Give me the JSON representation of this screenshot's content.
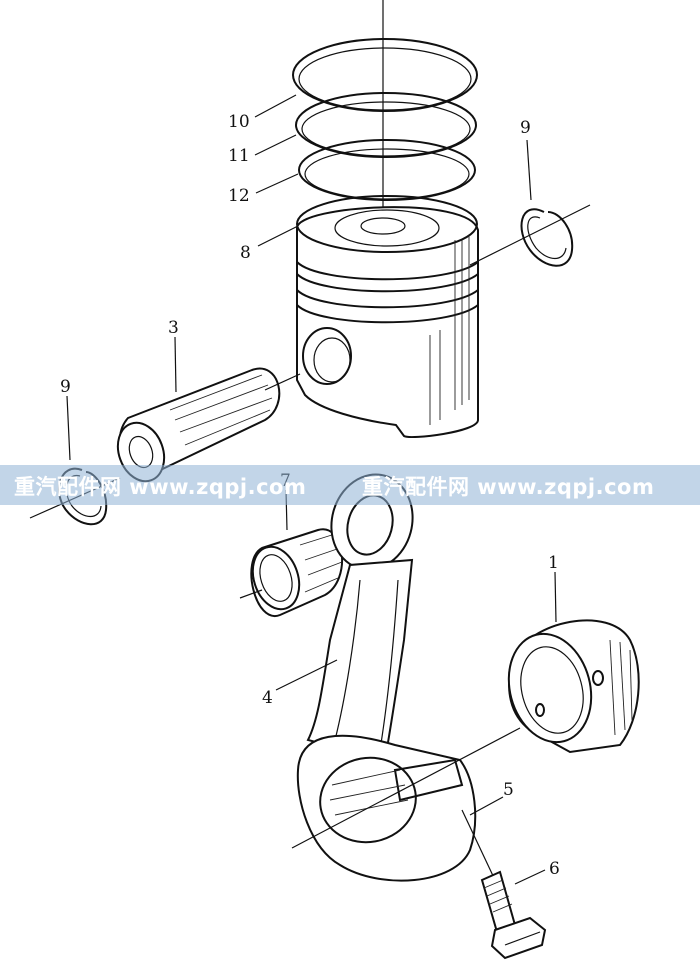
{
  "diagram": {
    "callouts": [
      {
        "id": "label-10",
        "text": "10"
      },
      {
        "id": "label-11",
        "text": "11"
      },
      {
        "id": "label-12",
        "text": "12"
      },
      {
        "id": "label-8",
        "text": "8"
      },
      {
        "id": "label-9-right",
        "text": "9"
      },
      {
        "id": "label-3",
        "text": "3"
      },
      {
        "id": "label-9-left",
        "text": "9"
      },
      {
        "id": "label-7",
        "text": "7"
      },
      {
        "id": "label-1",
        "text": "1"
      },
      {
        "id": "label-4",
        "text": "4"
      },
      {
        "id": "label-5",
        "text": "5"
      },
      {
        "id": "label-6",
        "text": "6"
      }
    ]
  },
  "watermark": {
    "text_left": "重汽配件网 www.zqpj.com",
    "text_right": "重汽配件网 www.zqpj.com",
    "band_color": "#8fb3d6",
    "text_color": "#ffffff"
  }
}
